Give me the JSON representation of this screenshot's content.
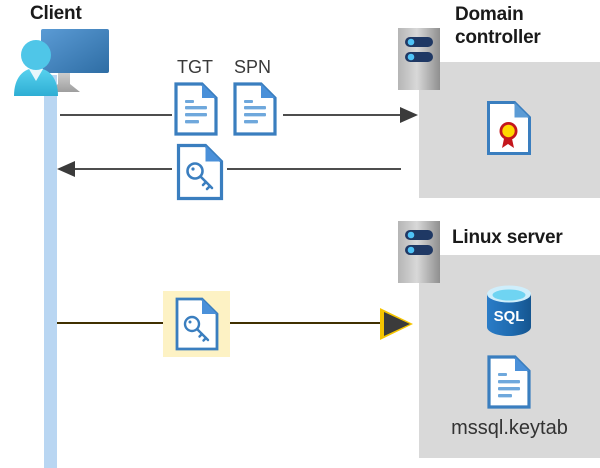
{
  "diagram": {
    "title": "Kerberos authentication flow between client, domain controller and Linux SQL Server",
    "type": "sequence-flow-diagram"
  },
  "colors": {
    "client_lifeline": "#b9d6f2",
    "server_box": "#d9d9d9",
    "arrow_dark": "#3b3b3b",
    "highlight_yellow": "#f5c400",
    "highlight_box": "#fdf2c4",
    "doc_blue": "#3a7ebf",
    "doc_fold_blue": "#4a90d9",
    "sql_blue": "#1f6bb0",
    "sql_top": "#7fd4f0",
    "seal_red": "#c4161c",
    "seal_yellow": "#ffd800",
    "server_bar": "#1f3864",
    "server_dot": "#4fc3f7",
    "title_text": "#1a1a1a"
  },
  "actors": {
    "client": {
      "label": "Client",
      "icon": "user-monitor-icon"
    },
    "domain_controller": {
      "label": "Domain controller",
      "label_line1": "Domain",
      "label_line2": "controller",
      "icon": "server-rack-icon",
      "contents": [
        {
          "name": "certificate-document-icon",
          "label": ""
        }
      ]
    },
    "linux_server": {
      "label": "Linux server",
      "icon": "server-rack-icon",
      "contents": [
        {
          "name": "sql-database-icon",
          "label": "SQL"
        },
        {
          "name": "keytab-document-icon",
          "label": "mssql.keytab"
        }
      ]
    }
  },
  "messages": [
    {
      "id": "request",
      "direction": "client-to-dc",
      "labels": [
        "TGT",
        "SPN"
      ],
      "artifacts": [
        "document-icon",
        "document-icon"
      ],
      "highlighted": false
    },
    {
      "id": "response",
      "direction": "dc-to-client",
      "labels": [],
      "artifacts": [
        "key-document-icon"
      ],
      "highlighted": false
    },
    {
      "id": "service-ticket",
      "direction": "client-to-linux",
      "labels": [],
      "artifacts": [
        "key-document-icon"
      ],
      "highlighted": true
    }
  ],
  "labels": {
    "tgt": "TGT",
    "spn": "SPN",
    "sql": "SQL",
    "keytab_file": "mssql.keytab"
  }
}
